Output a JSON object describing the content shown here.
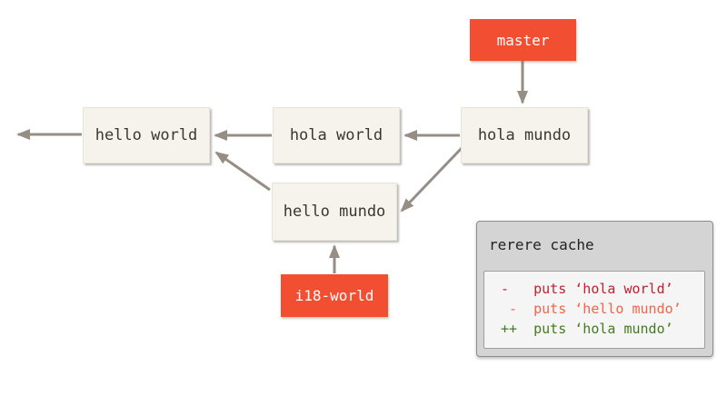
{
  "diagram": {
    "branch_master": "master",
    "branch_i18_world": "i18-world",
    "commit_hello_world": "hello world",
    "commit_hola_world": "hola world",
    "commit_hola_mundo": "hola mundo",
    "commit_hello_mundo": "hello mundo"
  },
  "rerere_cache": {
    "title": "rerere cache",
    "diff_lines": [
      {
        "text": "-   puts ‘hola world’",
        "color": "#bf202e"
      },
      {
        "text": " -  puts ‘hello mundo’",
        "color": "#ef6548"
      },
      {
        "text": "++  puts ‘hola mundo’",
        "color": "#447a20"
      }
    ]
  },
  "colors": {
    "branch_label_bg": "#f14e32",
    "branch_label_text": "#ffffff",
    "commit_box_bg": "#f5f3ec",
    "commit_box_text": "#3a3733",
    "arrow": "#968e85",
    "cache_panel_bg": "#d4d4d4",
    "cache_panel_border": "#8c8c8c",
    "cache_inner_bg": "#f5f5f5",
    "cache_inner_border": "#9e9e9e",
    "cache_title_text": "#222222"
  }
}
